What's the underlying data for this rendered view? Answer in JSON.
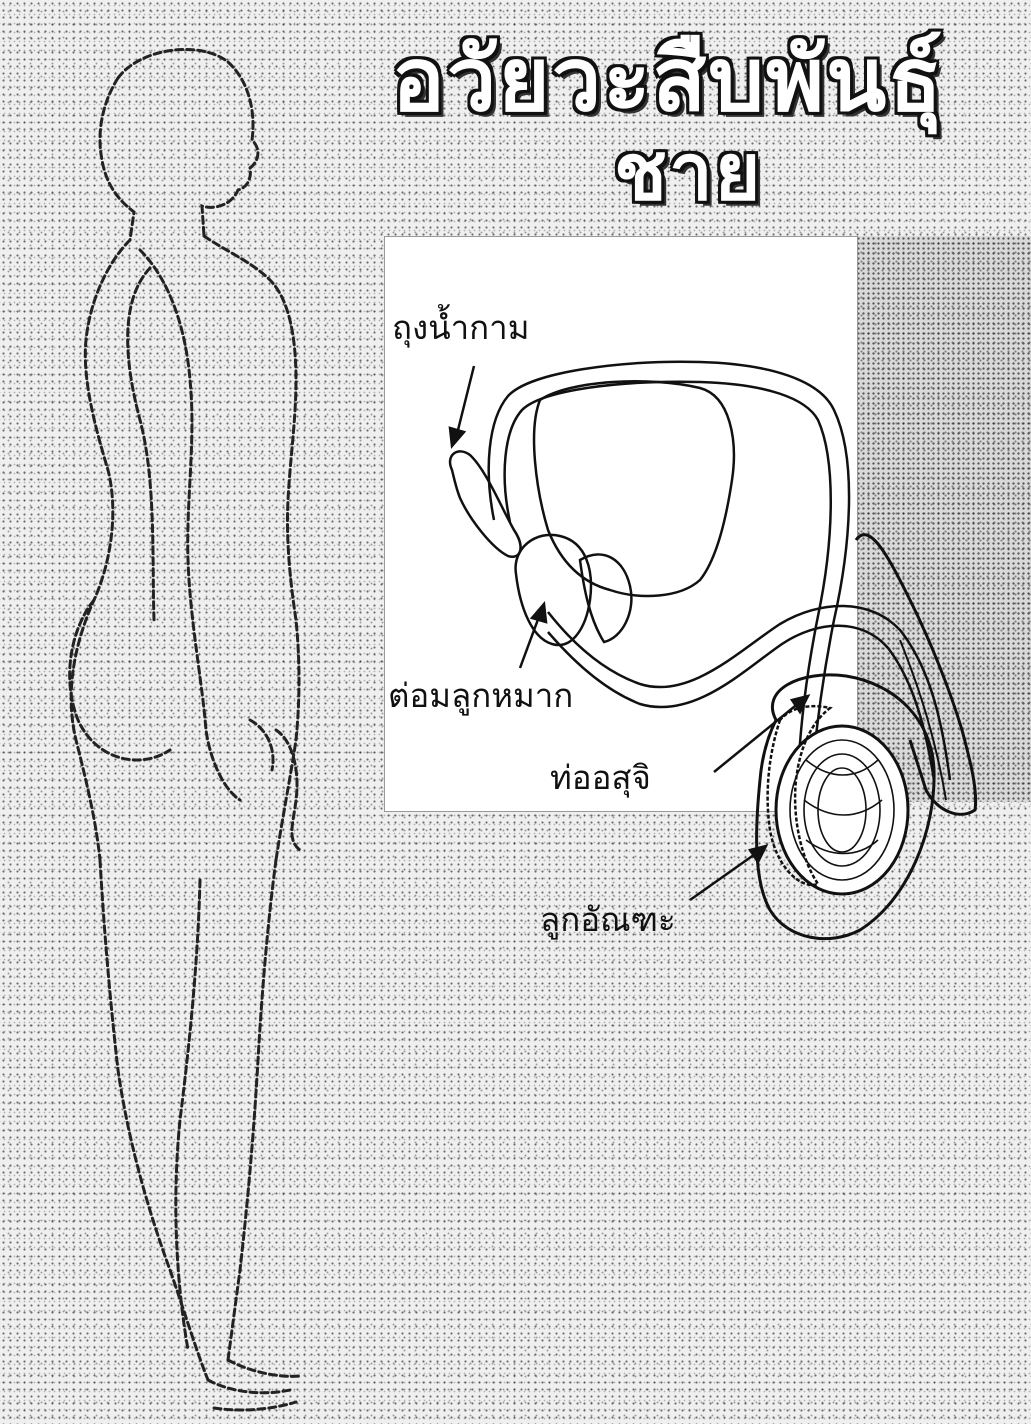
{
  "title": {
    "line1": "อวัยวะสืบพันธุ์",
    "line2": "ชาย"
  },
  "labels": {
    "seminal_vesicle": "ถุงน้ำกาม",
    "prostate": "ต่อมลูกหมาก",
    "vas_deferens": "ท่ออสุจิ",
    "testis": "ลูกอัณฑะ"
  }
}
